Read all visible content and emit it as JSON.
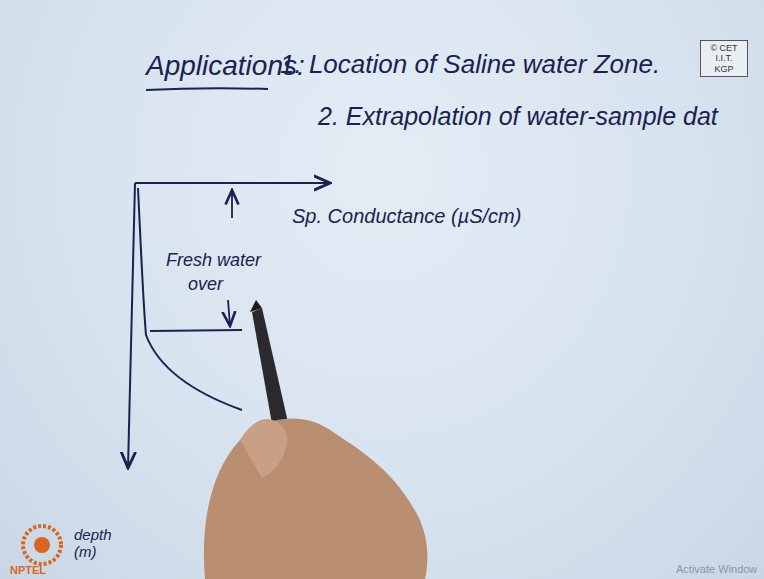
{
  "diagram": {
    "title": "Applications:",
    "nodes": [
      {
        "text": [
          "© CET I.I.T. KGP"
        ]
      }
    ],
    "labels": [
      "1. Location of Saline water Zone.",
      "2. Extrapolation of water-sample dat",
      "Sp. Conductance (µS/cm)",
      "Fresh water",
      "over",
      "depth (m)",
      "NPTEL",
      "Activate Window"
    ]
  }
}
